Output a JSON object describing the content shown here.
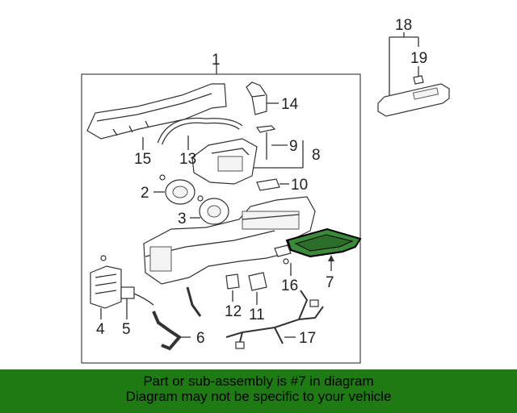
{
  "callouts": {
    "c1": "1",
    "c2": "2",
    "c3": "3",
    "c4": "4",
    "c5": "5",
    "c6": "6",
    "c7": "7",
    "c8": "8",
    "c9": "9",
    "c10": "10",
    "c11": "11",
    "c12": "12",
    "c13": "13",
    "c14": "14",
    "c15": "15",
    "c16": "16",
    "c17": "17",
    "c18": "18",
    "c19": "19"
  },
  "banner": {
    "line1": "Part or sub-assembly is #7 in diagram",
    "line2": "Diagram may not be specific to your vehicle"
  },
  "colors": {
    "banner_bg": "#1e7a12",
    "highlight_part": "#3a8a3a"
  }
}
